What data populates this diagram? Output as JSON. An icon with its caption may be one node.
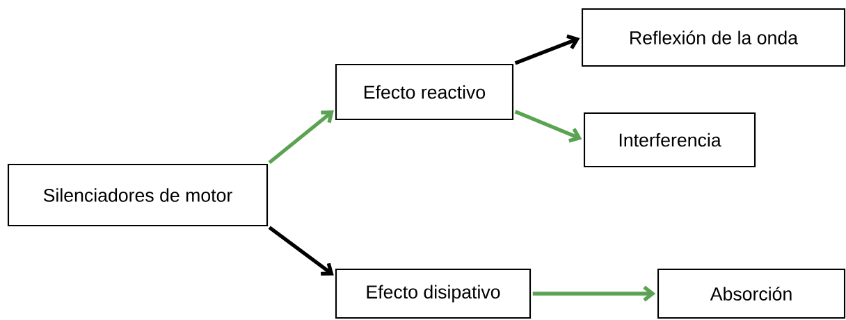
{
  "diagram": {
    "nodes": [
      {
        "text": [
          "Silenciadores de motor"
        ]
      },
      {
        "text": [
          "Efecto reactivo"
        ]
      },
      {
        "text": [
          "Reflexión de la onda"
        ]
      },
      {
        "text": [
          "Interferencia"
        ]
      },
      {
        "text": [
          "Efecto disipativo"
        ]
      },
      {
        "text": [
          "Absorción"
        ]
      }
    ],
    "edges": [
      {
        "from": 0,
        "to": 1,
        "arrow": "to"
      },
      {
        "from": 0,
        "to": 4,
        "arrow": "to",
        "color": "#000000"
      },
      {
        "from": 1,
        "to": 2,
        "arrow": "to",
        "color": "#000000"
      },
      {
        "from": 1,
        "to": 3,
        "arrow": "to"
      },
      {
        "from": 4,
        "to": 5,
        "arrow": "to"
      }
    ]
  }
}
